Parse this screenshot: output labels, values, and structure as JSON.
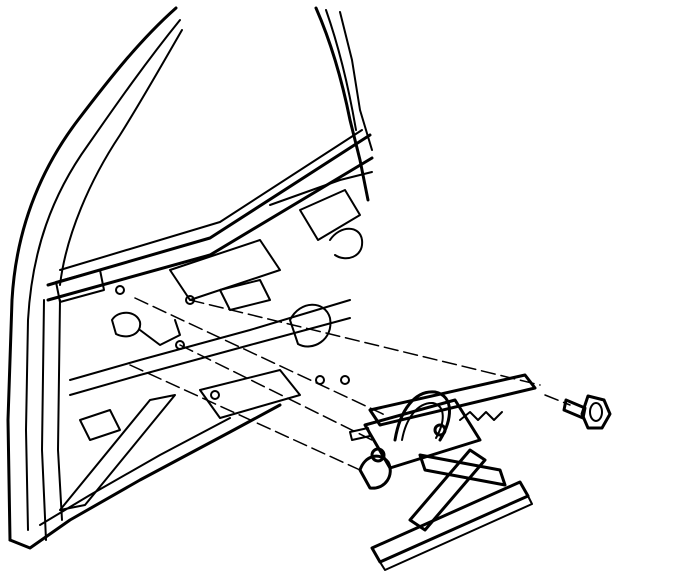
{
  "diagram": {
    "type": "exploded-assembly-line-drawing",
    "components": [
      {
        "id": "door-shell",
        "icon": "door-frame-icon"
      },
      {
        "id": "inner-panel",
        "icon": "door-inner-panel-icon"
      },
      {
        "id": "window-regulator",
        "icon": "window-regulator-icon"
      },
      {
        "id": "mounting-bolt",
        "icon": "flange-bolt-icon"
      }
    ],
    "colors": {
      "line": "#000000",
      "background": "#ffffff"
    },
    "labels": []
  }
}
